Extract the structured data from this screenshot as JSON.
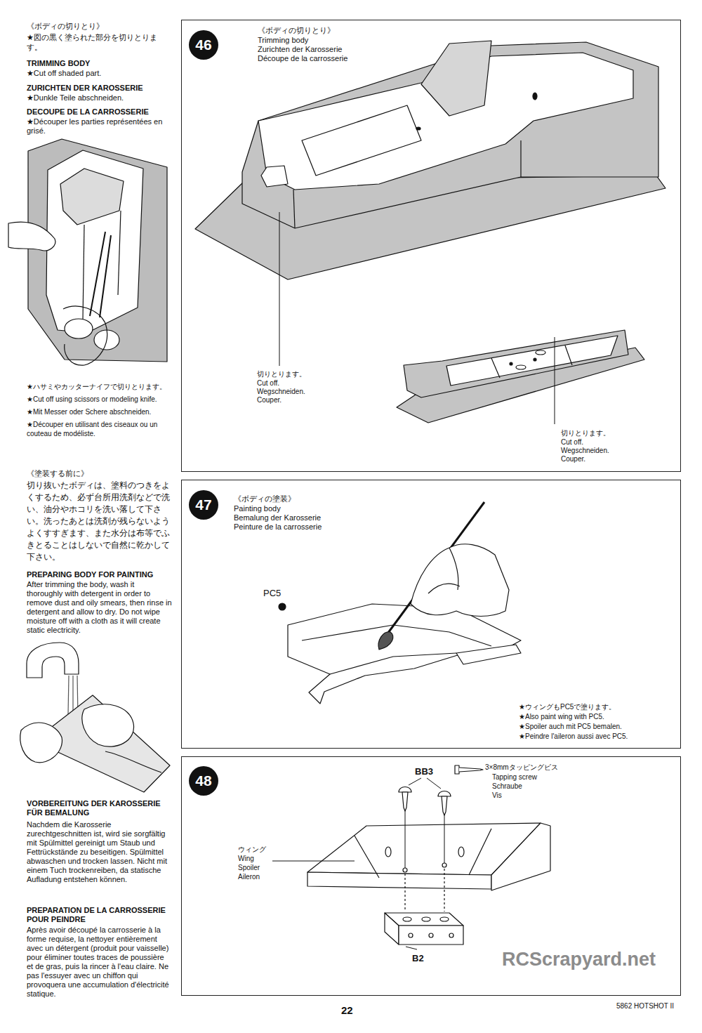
{
  "diagram": {
    "nodes": [
      {
        "text": [
          "《ボディの切りとり》",
          "Trimming body",
          "Zurichten der Karosserie",
          "Découpe de la carrosserie",
          "切りとります。",
          "Cut off.",
          "Wegschneiden.",
          "Couper.",
          "切りとります。",
          "Cut off.",
          "Wegschneiden.",
          "Couper."
        ]
      },
      {
        "text": [
          "46"
        ],
        "in": 0
      },
      {
        "text": [
          "《ボディの塗装》",
          "Painting body",
          "Bemalung der Karosserie",
          "Peinture de la carrosserie",
          "PC5",
          "★ウィングもPC5で塗ります。",
          "★Also paint wing with PC5.",
          "★Spoiler auch mit PC5 bemalen.",
          "★Peindre l'aileron aussi avec PC5."
        ]
      },
      {
        "text": [
          "47"
        ],
        "in": 2
      },
      {
        "text": [
          "BB3",
          "3×8mmタッピングビス",
          "Tapping screw",
          "Schraube",
          "Vis",
          "ウィング",
          "Wing",
          "Spoiler",
          "Aileron",
          "B2"
        ]
      },
      {
        "text": [
          "48"
        ],
        "in": 4
      }
    ],
    "labels": [
      "《ボディの切りとり》",
      "★図の黒く塗られた部分を切りとります。",
      "TRIMMING BODY",
      "★Cut off shaded part.",
      "ZURICHTEN DER KAROSSERIE",
      "★Dunkle Teile abschneiden.",
      "DECOUPE DE LA CARROSSERIE",
      "★Découper les parties représentées en grisé.",
      "★ハサミやカッターナイフで切りとります。",
      "★Cut off using scissors or modeling knife.",
      "★Mit Messer oder Schere abschneiden.",
      "★Découper en utilisant des ciseaux ou un couteau de modéliste.",
      "《塗装する前に》",
      "切り抜いたボディは、塗料のつきをよくするため、必ず台所用洗剤などで洗い、油分やホコリを洗い落して下さい。洗ったあとは洗剤が残らないようよくすすぎます、また水分は布等でふきとることはしないで自然に乾かして下さい。",
      "PREPARING BODY FOR PAINTING",
      "After trimming the body, wash it thoroughly with detergent in order to remove dust and oily smears, then rinse in detergent and allow to dry. Do not wipe moisture off with a cloth as it will create static electricity.",
      "VORBEREITUNG DER KAROSSERIE FÜR BEMALUNG",
      "Nachdem die Karosserie zurechtgeschnitten ist, wird sie sorgfältig mit Spülmittel gereinigt um Staub und Fettrückstände zu beseitigen. Spülmittel abwaschen und trocken lassen. Nicht mit einem Tuch trockenreiben, da statische Aufladung entstehen können.",
      "PREPARATION DE LA CARROSSERIE POUR PEINDRE",
      "Après avoir découpé la carrosserie à la forme requise, la nettoyer entièrement avec un détergent (produit pour vaisselle) pour éliminer toutes traces de poussière et de gras, puis la rincer à l'eau claire. Ne pas l'essuyer avec un chiffon qui provoquera une accumulation d'électricité statique.",
      "22",
      "5862 HOTSHOT II",
      "RCScrapyard.net"
    ]
  }
}
